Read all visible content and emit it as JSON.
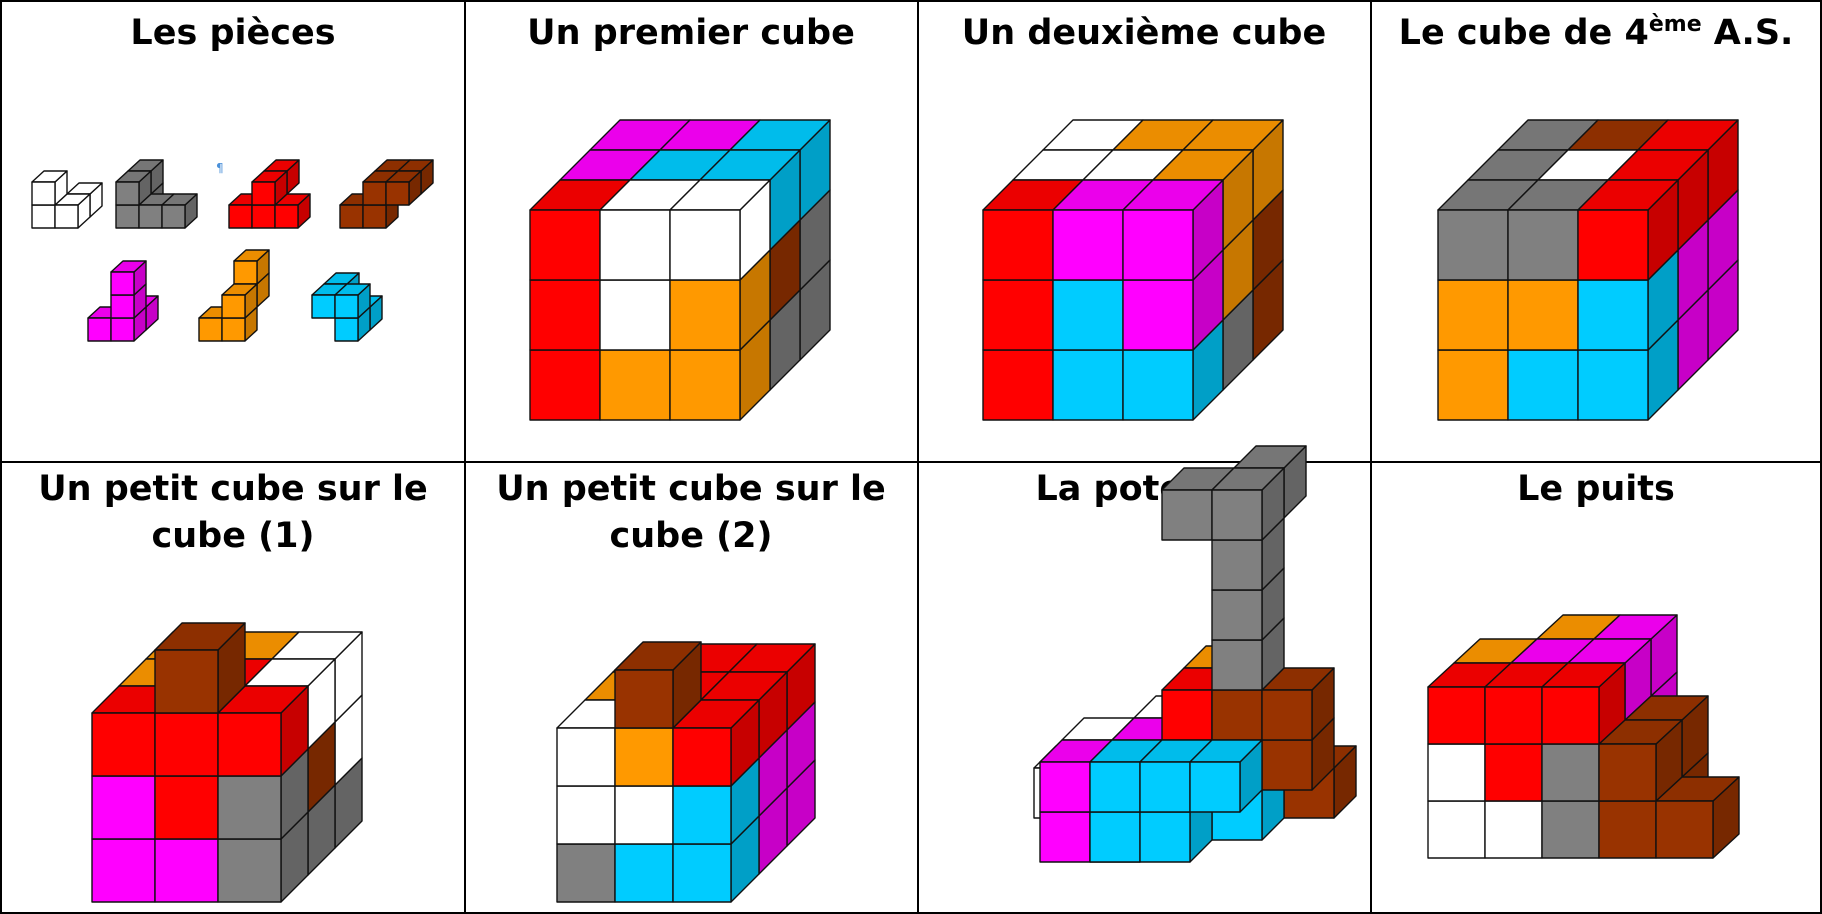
{
  "colors": {
    "white": "#ffffff",
    "gray": "#808080",
    "red": "#ff0000",
    "brown": "#993300",
    "magenta": "#ff00ff",
    "orange": "#ff9900",
    "cyan": "#00ccff",
    "grid_line": "#000000"
  },
  "cells": [
    {
      "id": "les-pieces",
      "title_lines": [
        "Les pièces"
      ]
    },
    {
      "id": "premier-cube",
      "title_lines": [
        "Un premier cube"
      ]
    },
    {
      "id": "deuxieme-cube",
      "title_lines": [
        "Un deuxième cube"
      ]
    },
    {
      "id": "cube-4eme",
      "title_lines": [
        "Le cube de 4"
      ],
      "title_sup": "ème",
      "title_tail": " A.S."
    },
    {
      "id": "petit-cube-1",
      "title_lines": [
        "Un petit cube sur le",
        "cube (1)"
      ]
    },
    {
      "id": "petit-cube-2",
      "title_lines": [
        "Un petit cube sur le",
        "cube (2)"
      ]
    },
    {
      "id": "potence",
      "title_lines": [
        "La potence"
      ]
    },
    {
      "id": "puits",
      "title_lines": [
        "Le puits"
      ]
    }
  ],
  "pieces_mark": "¶"
}
